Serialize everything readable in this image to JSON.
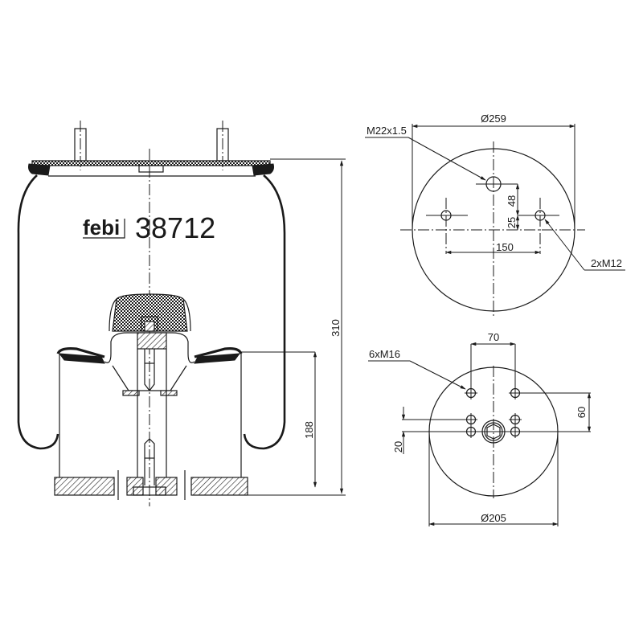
{
  "brand": {
    "logo_text": "febi",
    "part_number": "38712"
  },
  "side_view": {
    "overall_height_label": "310",
    "piston_height_label": "188"
  },
  "top_view": {
    "diameter_label": "Ø259",
    "center_thread_label": "M22x1.5",
    "side_thread_label": "2xM12",
    "offset_upper_label": "48",
    "offset_lower_label": "25",
    "spacing_label": "150"
  },
  "bottom_view": {
    "diameter_label": "Ø205",
    "thread_label": "6xM16",
    "spacing_label": "70",
    "vertical_spacing_label": "60",
    "offset_label": "20"
  },
  "colors": {
    "line": "#1a1a1a",
    "background": "#ffffff"
  }
}
